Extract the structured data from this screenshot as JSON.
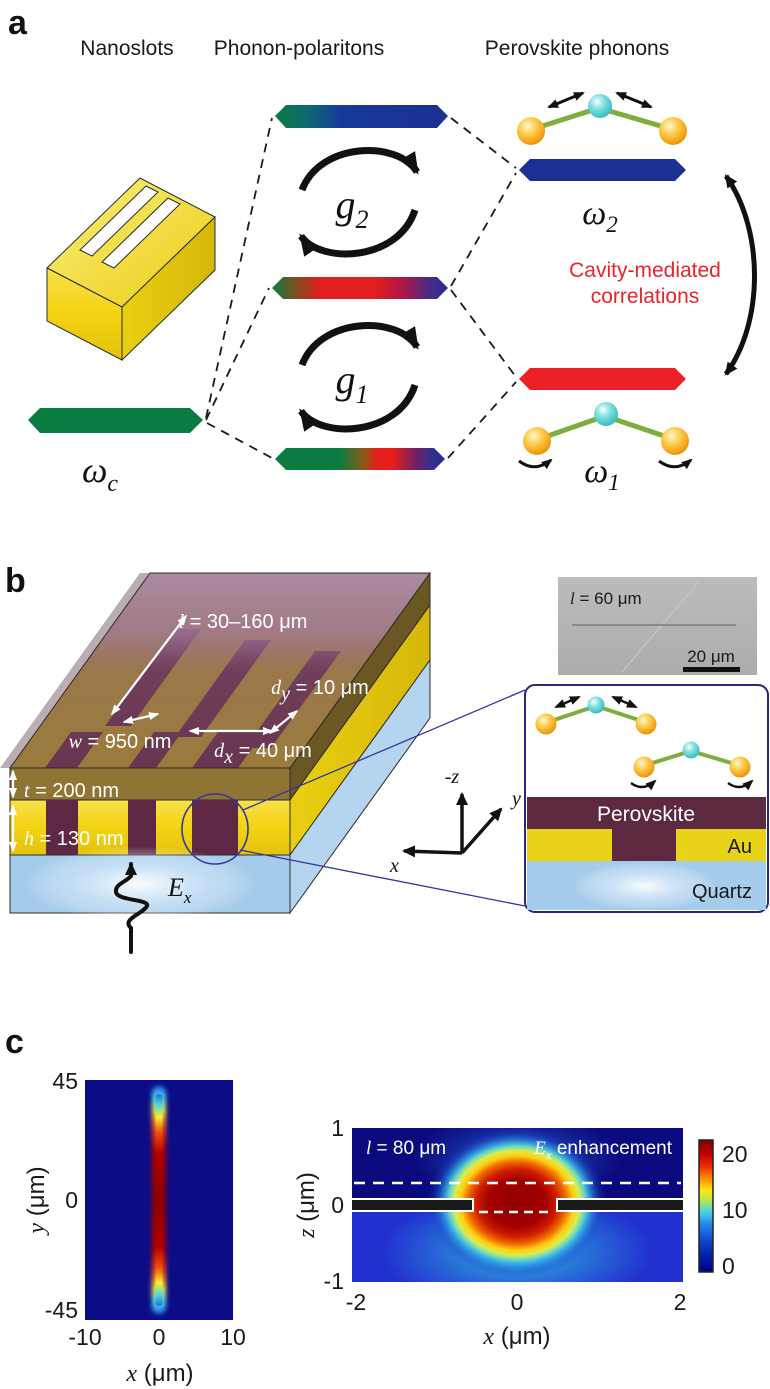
{
  "colors": {
    "gold": "#F2D818",
    "cavity_green": "#0A7C42",
    "phonon_blue": "#1D2F93",
    "phonon_red": "#EC2027",
    "perovskite_maroon": "#5C2940",
    "quartz_blue": "#A6CCEB",
    "correlation_red": "#E8242A",
    "field_navy": "#0C0C86",
    "hot_core": "#8B0000"
  },
  "panels": {
    "a": {
      "label": "a",
      "headers": [
        "Nanoslots",
        "Phonon-polaritons",
        "Perovskite phonons"
      ],
      "omega_c": {
        "sym": "ω",
        "sub": "c"
      },
      "g2": {
        "sym": "g",
        "sub": "2"
      },
      "g1": {
        "sym": "g",
        "sub": "1"
      },
      "omega2": {
        "sym": "ω",
        "sub": "2"
      },
      "omega1": {
        "sym": "ω",
        "sub": "1"
      },
      "correlations": {
        "line1": "Cavity-mediated",
        "line2": "correlations"
      }
    },
    "b": {
      "label": "b",
      "dims": {
        "l": {
          "var": "l",
          "rest": " = 30–160 μm"
        },
        "w": {
          "var": "w",
          "rest": " = 950 nm"
        },
        "dy": {
          "var": "d",
          "sub": "y",
          "rest": " = 10 μm"
        },
        "dx": {
          "var": "d",
          "sub": "x",
          "rest": " = 40 μm"
        },
        "t": {
          "var": "t",
          "rest": " = 200 nm"
        },
        "h": {
          "var": "h",
          "rest": " = 130 nm"
        }
      },
      "field": {
        "var": "E",
        "sub": "x"
      },
      "sem": {
        "label": {
          "var": "l",
          "rest": " = 60 μm"
        },
        "scalebar": "20 μm"
      },
      "axes": {
        "neg_z": "-z",
        "y": "y",
        "x": "x"
      },
      "inset": {
        "perovskite": "Perovskite",
        "au": "Au",
        "quartz": "Quartz"
      }
    },
    "c": {
      "label": "c",
      "left": {
        "yticks": [
          "45",
          "0",
          "-45"
        ],
        "xticks": [
          "-10",
          "0",
          "10"
        ],
        "xlabel": {
          "var": "x",
          "rest": " (μm)"
        },
        "ylabel": {
          "var": "y",
          "rest": " (μm)"
        }
      },
      "right": {
        "zticks": [
          "1",
          "0",
          "-1"
        ],
        "xticks": [
          "-2",
          "0",
          "2"
        ],
        "xlabel": {
          "var": "x",
          "rest": " (μm)"
        },
        "zlabel": {
          "var": "z",
          "rest": " (μm)"
        },
        "length_label": {
          "var": "l",
          "rest": " = 80 μm"
        },
        "enhancement": {
          "var": "E",
          "sub": "x",
          "rest": " enhancement"
        },
        "colorbar_ticks": [
          "20",
          "10",
          "0"
        ]
      }
    }
  },
  "chart_data": [
    {
      "type": "heatmap",
      "panel": "c-left",
      "xlabel": "x (μm)",
      "ylabel": "y (μm)",
      "xlim": [
        -10,
        10
      ],
      "ylim": [
        -45,
        45
      ],
      "xticks": [
        -10,
        0,
        10
      ],
      "yticks": [
        45,
        0,
        -45
      ],
      "colormap": "jet",
      "description": "Ex enhancement in the slot plane: narrow vertical hot line at x = 0 from y = -43 to +43, dark-red core near y = 0 fading through red, yellow and cyan to blue tips on a uniform dark-blue background."
    },
    {
      "type": "heatmap",
      "panel": "c-right",
      "xlabel": "x (μm)",
      "ylabel": "z (μm)",
      "xlim": [
        -2,
        2
      ],
      "ylim": [
        -1,
        1
      ],
      "xticks": [
        -2,
        0,
        2
      ],
      "yticks": [
        1,
        0,
        -1
      ],
      "colormap": "jet",
      "annotations": [
        "l = 80 μm",
        "Ex enhancement"
      ],
      "colorbar": {
        "ticks": [
          20,
          10,
          0
        ],
        "min": 0,
        "max": 22
      },
      "description": "Ex enhancement around the nanoslot cross-section: dark-red lobe (>20x) centered on the slot at x = 0, z = 0, jet-colored rings fading to blue; black gold film at z = 0 with slot gap |x| < 0.5 μm; white dashed lines mark the perovskite layer."
    }
  ]
}
